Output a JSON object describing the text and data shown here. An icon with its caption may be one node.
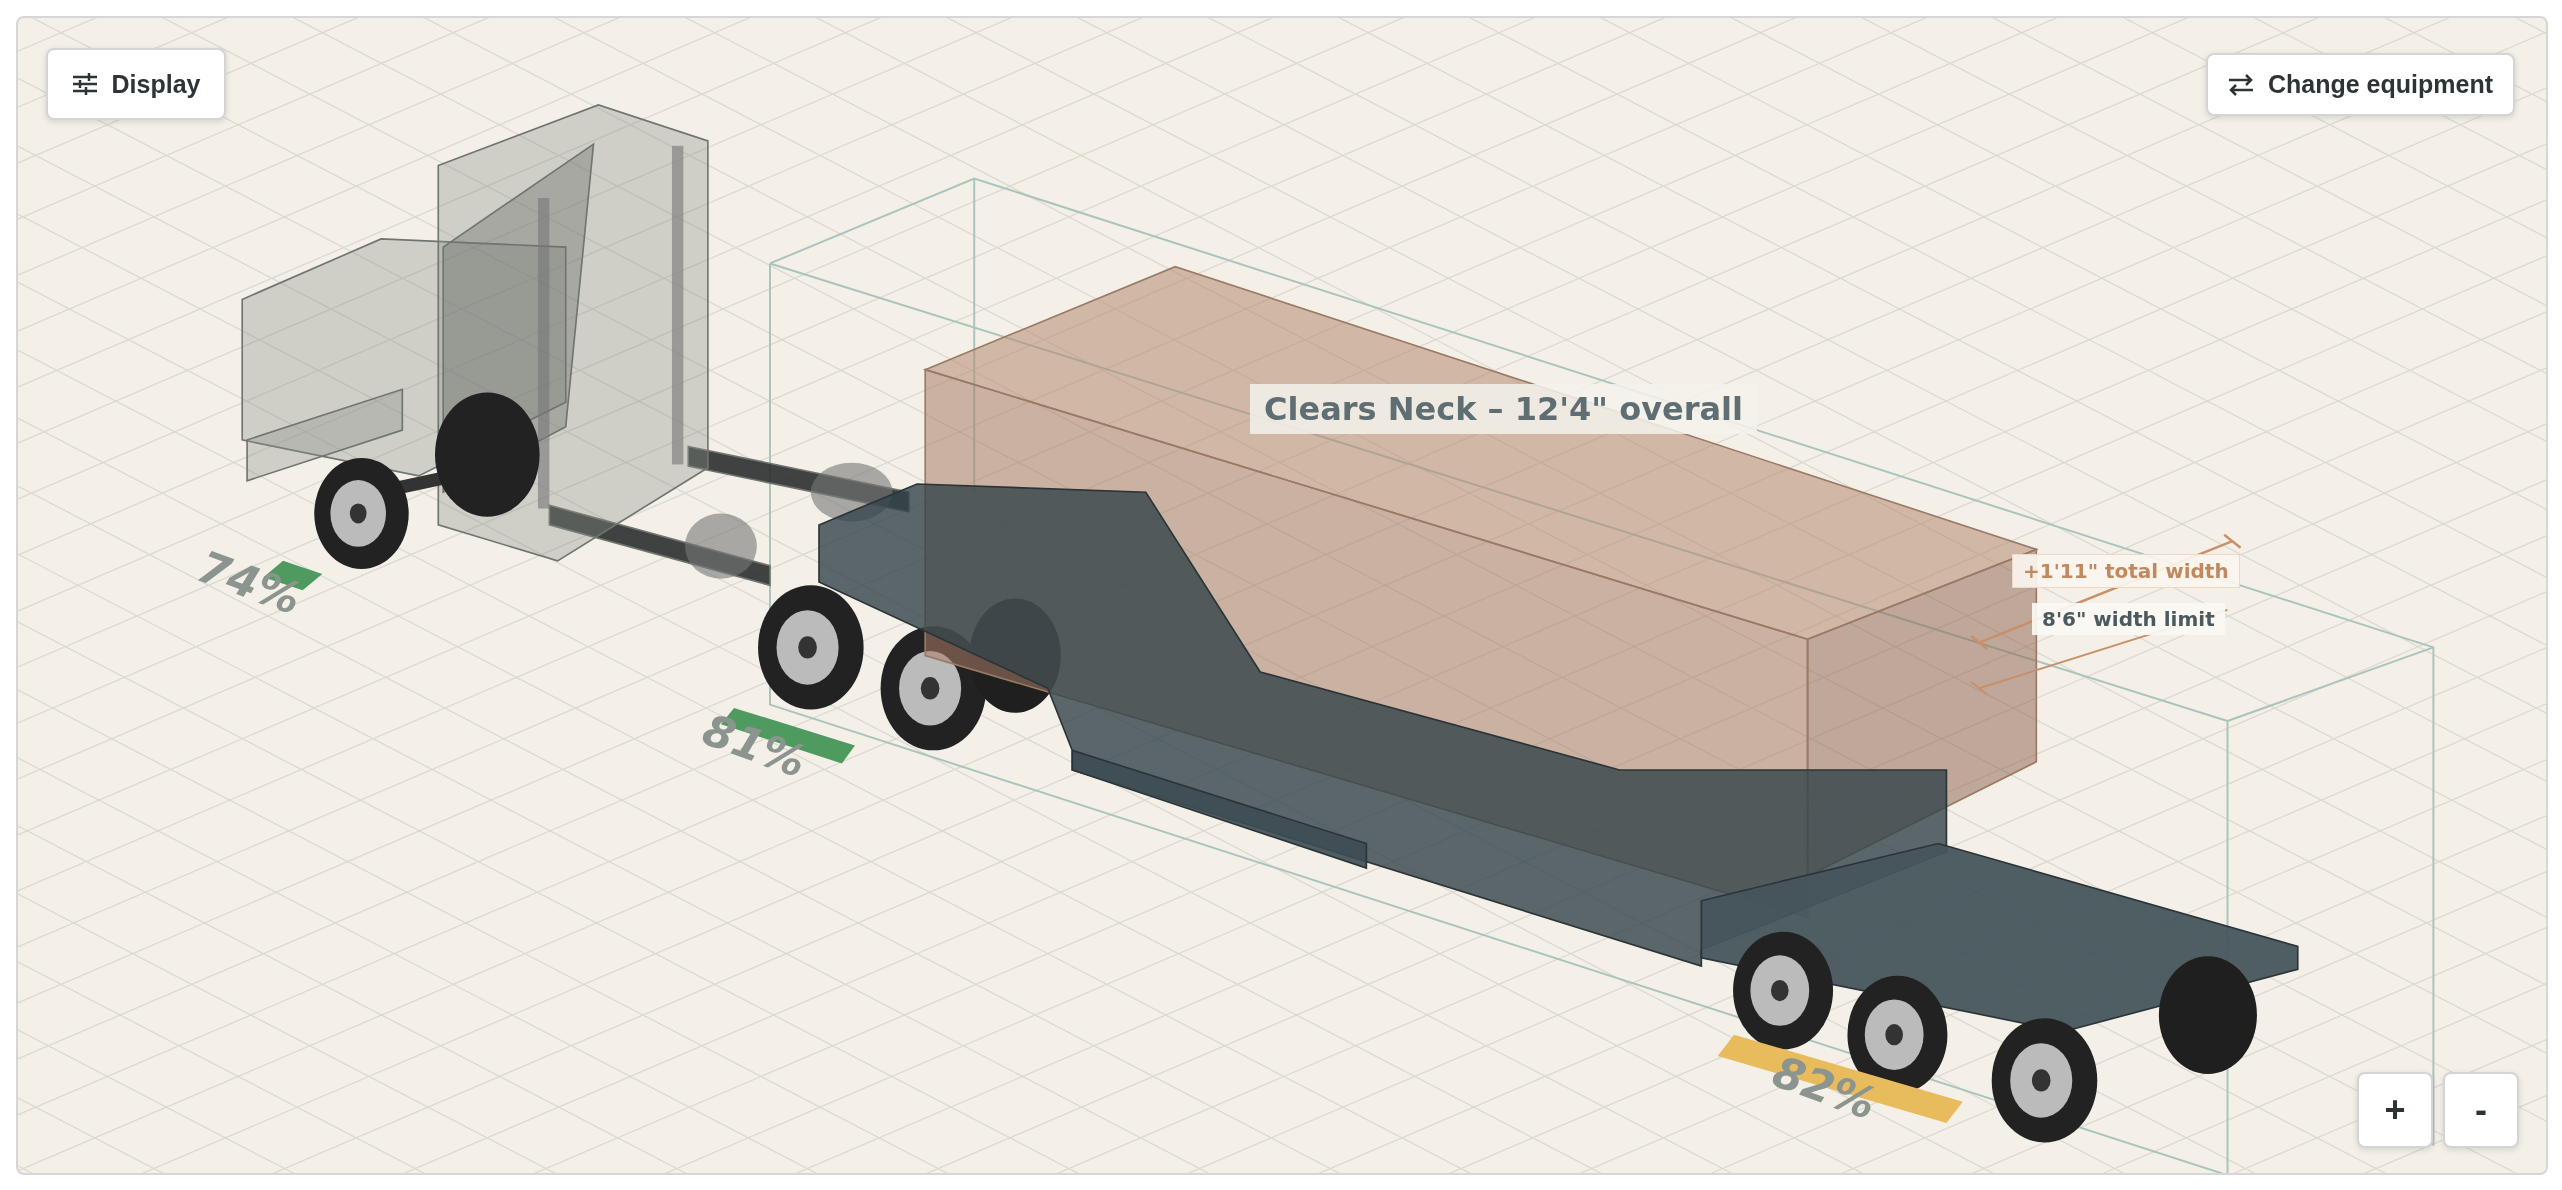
{
  "diagram": {
    "labels": [
      "Display",
      "Change equipment",
      "Clears Neck – 12'4\" overall",
      "+1'11\" total width",
      "8'6\" width limit",
      "74%",
      "81%",
      "82%",
      "+",
      "-"
    ]
  }
}
